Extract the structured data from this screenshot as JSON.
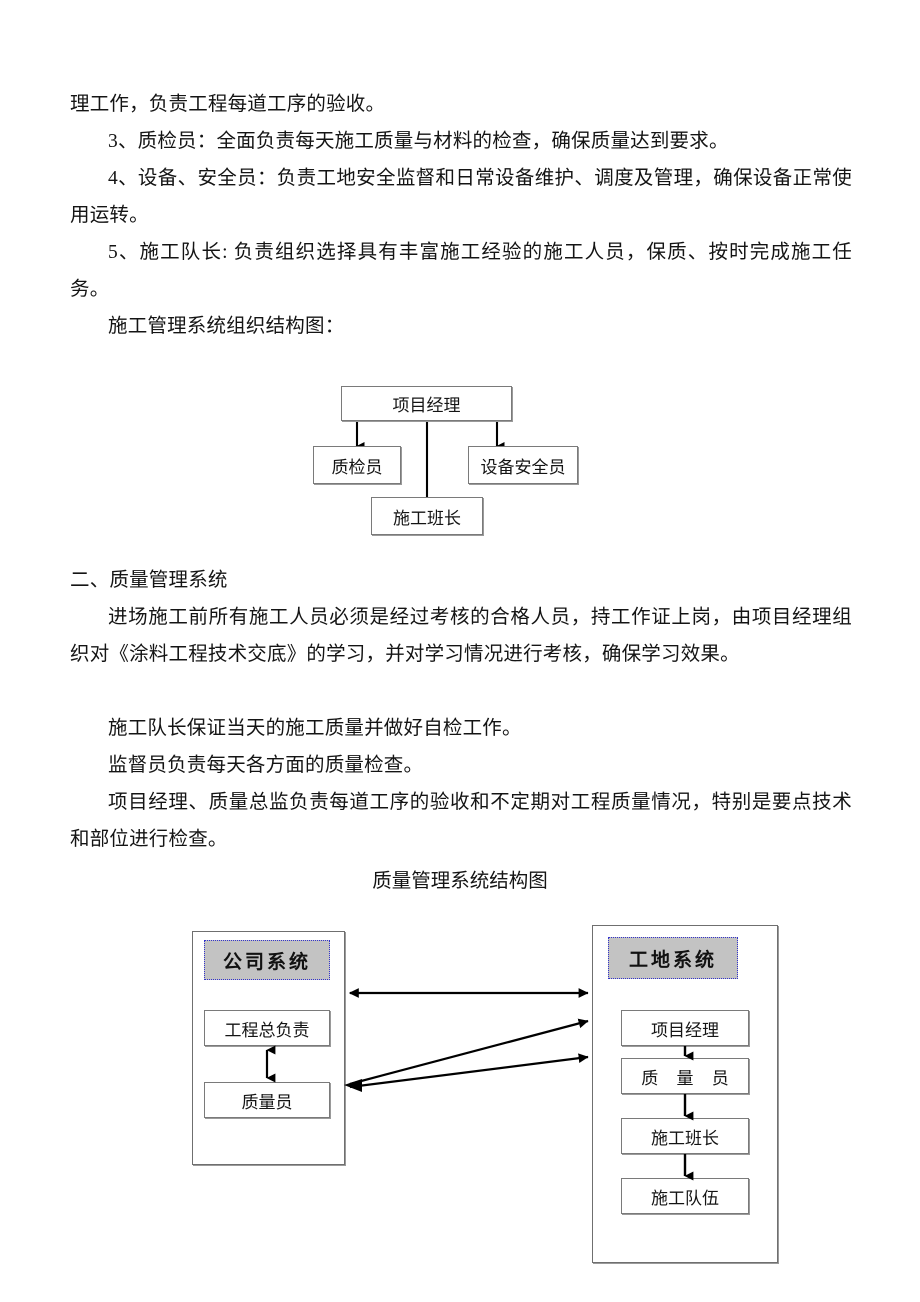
{
  "document": {
    "paragraphs": [
      {
        "id": "p1",
        "text": "理工作，负责工程每道工序的验收。",
        "indent": false
      },
      {
        "id": "p2",
        "text": "3、质检员：全面负责每天施工质量与材料的检查，确保质量达到要求。",
        "indent": true
      },
      {
        "id": "p3",
        "text": "4、设备、安全员：负责工地安全监督和日常设备维护、调度及管理，确保设备正常使用运转。",
        "indent": true
      },
      {
        "id": "p4",
        "text": "5、施工队长: 负责组织选择具有丰富施工经验的施工人员，保质、按时完成施工任务。",
        "indent": true
      },
      {
        "id": "p5",
        "text": "施工管理系统组织结构图：",
        "indent": true
      },
      {
        "id": "p6",
        "text": "二、质量管理系统",
        "indent": false
      },
      {
        "id": "p7",
        "text": "进场施工前所有施工人员必须是经过考核的合格人员，持工作证上岗，由项目经理组织对《涂料工程技术交底》的学习，并对学习情况进行考核，确保学习效果。",
        "indent": true
      },
      {
        "id": "p8",
        "text": "施工队长保证当天的施工质量并做好自检工作。",
        "indent": true
      },
      {
        "id": "p9",
        "text": "监督员负责每天各方面的质量检查。",
        "indent": true
      },
      {
        "id": "p10",
        "text": "项目经理、质量总监负责每道工序的验收和不定期对工程质量情况，特别是要点技术和部位进行检查。",
        "indent": true
      }
    ]
  },
  "org_chart": {
    "name": "施工管理系统组织结构图",
    "nodes": {
      "manager": "项目经理",
      "inspector": "质检员",
      "foreman": "施工班长",
      "safety": "设备安全员"
    }
  },
  "quality_chart": {
    "caption": "质量管理系统结构图",
    "company_panel": {
      "header": "公司系统",
      "nodes": [
        "工程总负责",
        "质量员"
      ]
    },
    "site_panel": {
      "header": "工地系统",
      "nodes": [
        "项目经理",
        "质 量 员",
        "施工班长",
        "施工队伍"
      ]
    }
  },
  "colors": {
    "header_fill": "#c3c3c3",
    "header_border": "#3333cc",
    "box_border": "#7a7a7a",
    "line": "#000000",
    "text": "#141414",
    "page_bg": "#ffffff"
  }
}
